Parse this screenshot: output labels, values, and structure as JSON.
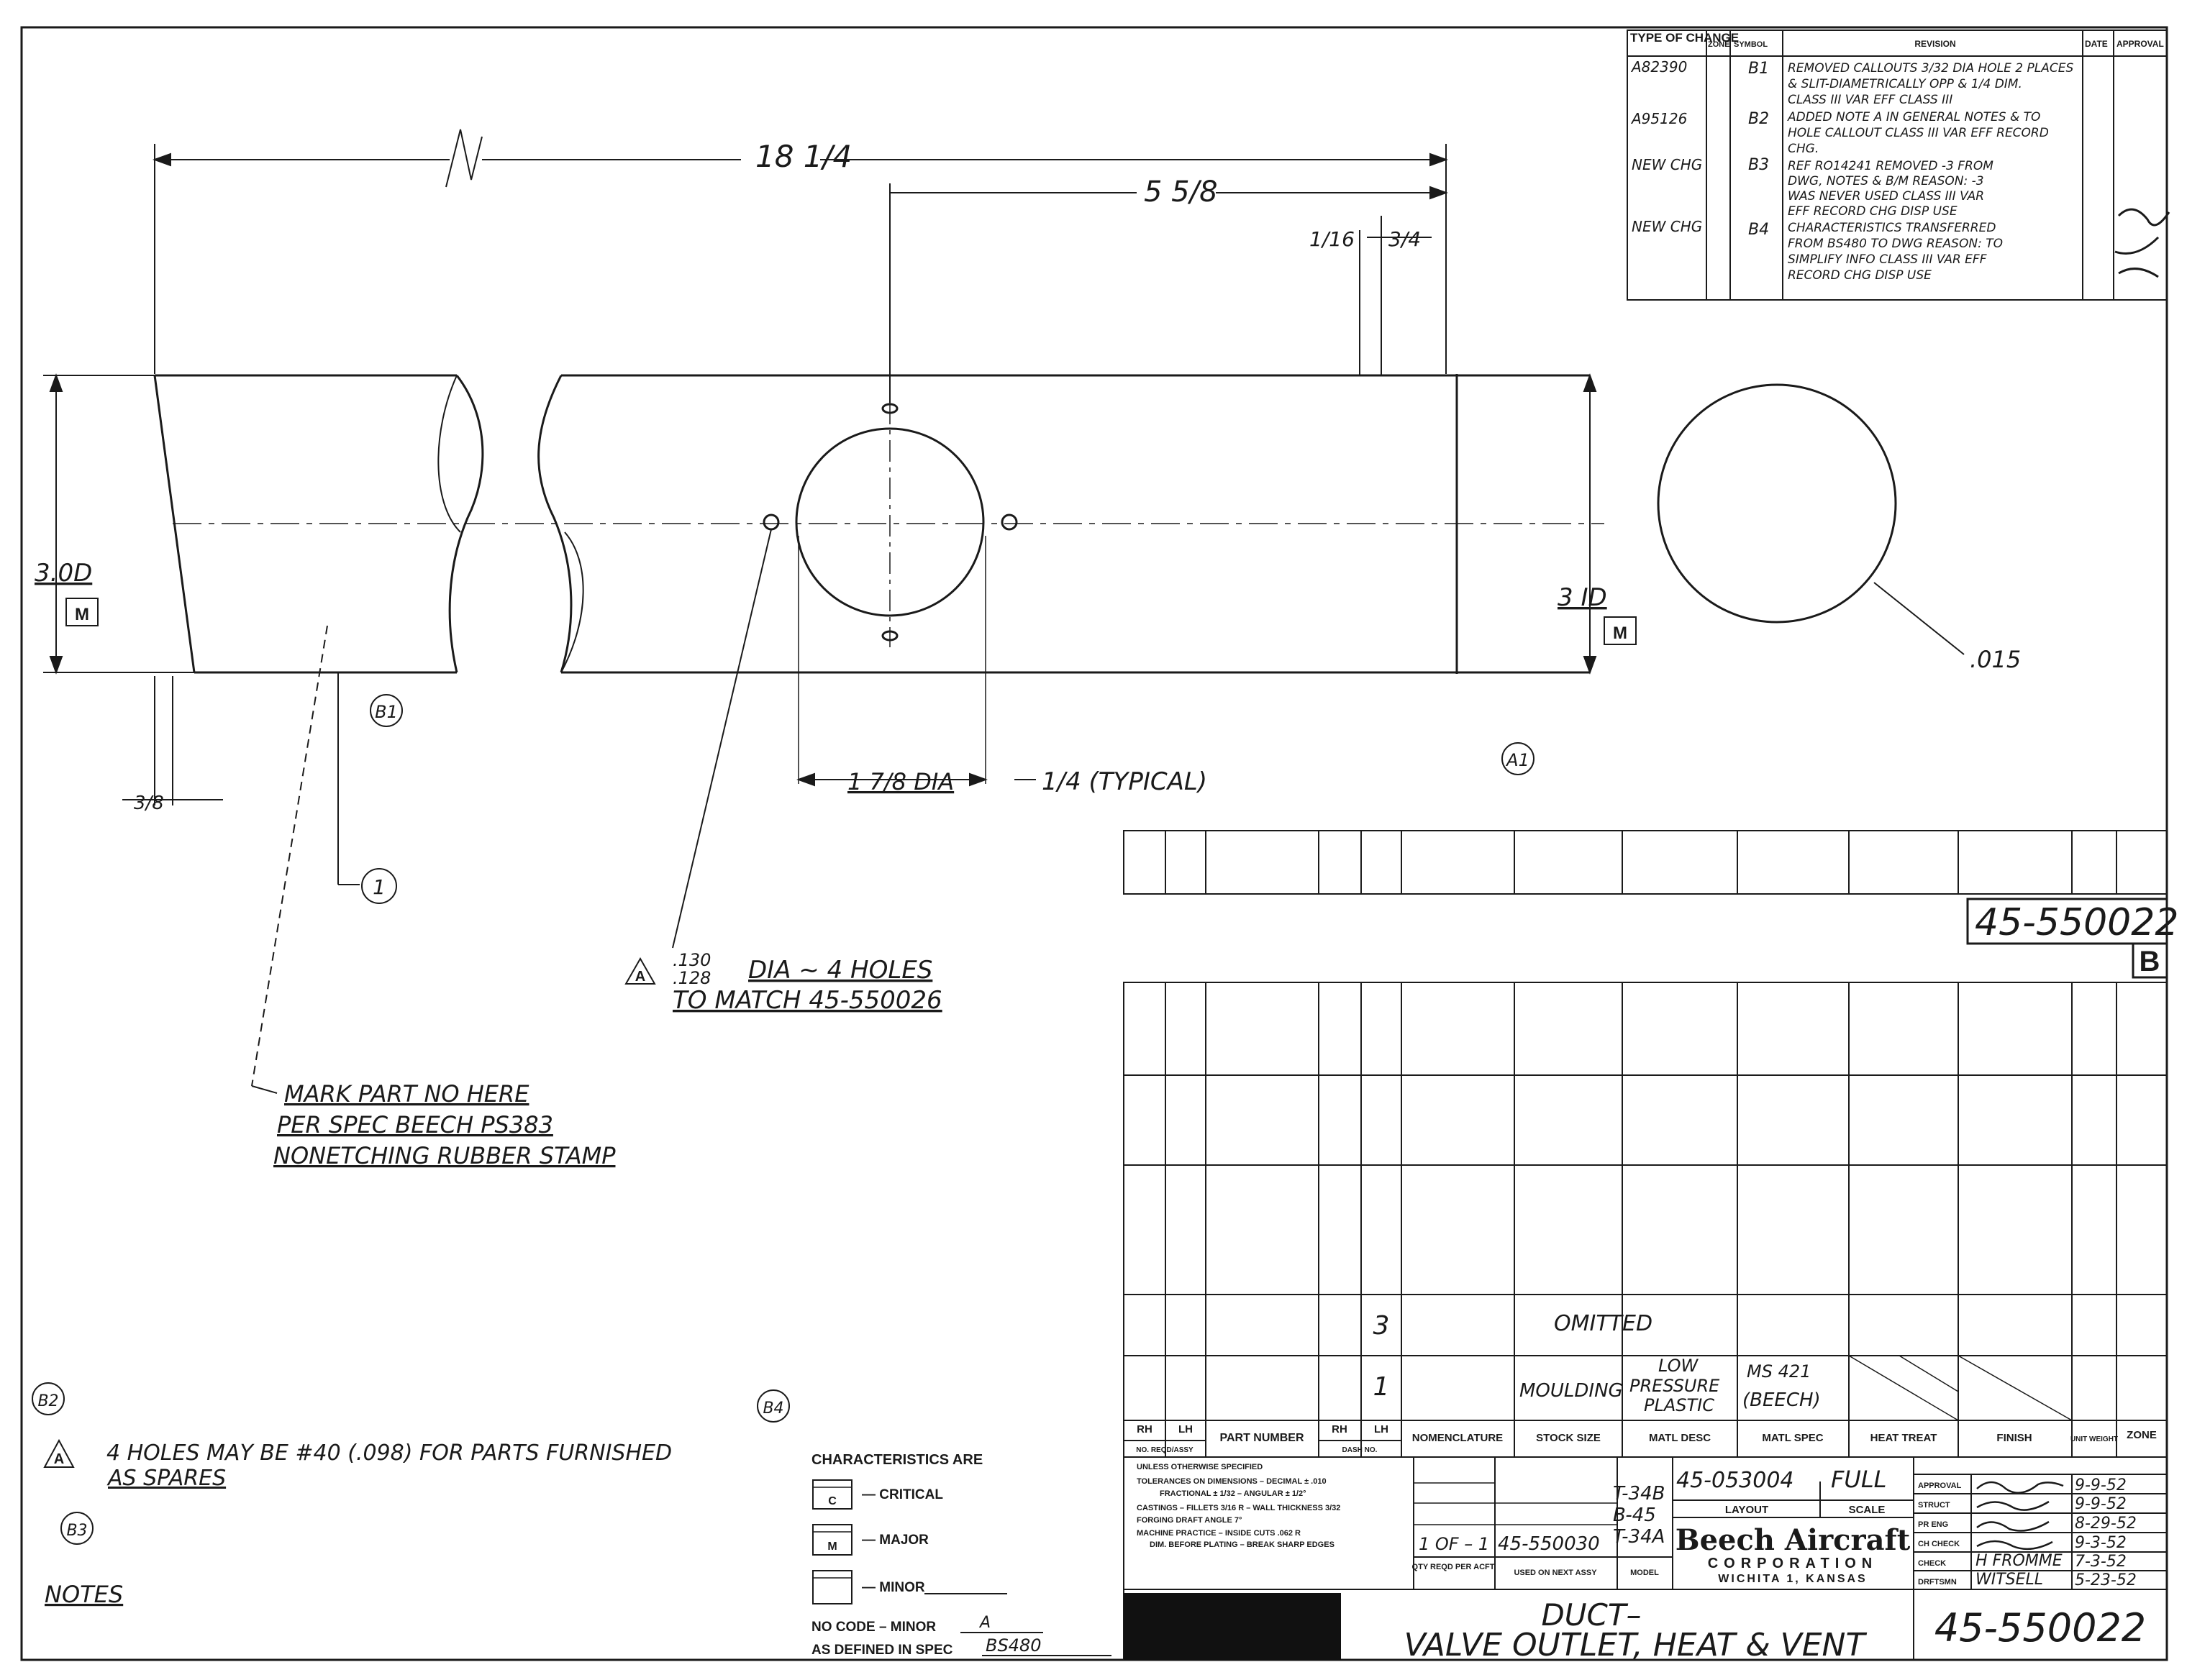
{
  "dimensions": {
    "overall_length": "18 1/4",
    "hole_center": "5 5/8",
    "end_small": "1/16",
    "end_three_quarter": "3/4",
    "outer_dia": "3.0D",
    "inner_dia": "3 ID",
    "mod_letter": "M",
    "offset_3_8": "3/8",
    "hole_dia": "1 7/8 DIA",
    "typical": "1/4 (TYPICAL)",
    "tolerance": ".015"
  },
  "hole_note": {
    "flag": "A",
    "upper": ".130",
    "lower": ".128",
    "line1": "DIA ~ 4 HOLES",
    "line2": "TO MATCH 45-550026"
  },
  "callouts": {
    "b1": "B1",
    "item1": "1",
    "a1": "A1",
    "b2": "B2",
    "b3": "B3",
    "b4": "B4"
  },
  "mark_note": {
    "line1": "MARK PART NO HERE",
    "line2": "PER SPEC BEECH PS383",
    "line3": "NONETCHING RUBBER STAMP"
  },
  "general_notes": {
    "flag": "A",
    "line1": "4 HOLES MAY BE #40 (.098) FOR PARTS FURNISHED",
    "line2": "AS SPARES",
    "title": "NOTES"
  },
  "characteristics": {
    "title": "CHARACTERISTICS ARE",
    "critical_box": "C",
    "critical": "— CRITICAL",
    "major_box": "M",
    "major": "— MAJOR",
    "minor": "— MINOR",
    "no_code": "NO CODE – MINOR",
    "no_code_value": "A",
    "spec_label": "AS DEFINED IN SPEC",
    "spec_value": "BS480"
  },
  "revision_table": {
    "headers": [
      "TYPE OF CHANGE",
      "ZONE",
      "SYMBOL",
      "REVISION",
      "DATE",
      "APPROVAL"
    ],
    "rows": [
      {
        "type": "A82390",
        "symbol": "B1",
        "lines": [
          "REMOVED CALLOUTS 3/32 DIA HOLE 2 PLACES",
          "& SLIT-DIAMETRICALLY OPP & 1/4 DIM.",
          "CLASS III VAR EFF CLASS III"
        ]
      },
      {
        "type": "A95126",
        "symbol": "B2",
        "lines": [
          "ADDED NOTE A IN GENERAL NOTES & TO",
          "HOLE CALLOUT CLASS III VAR EFF RECORD",
          "CHG."
        ]
      },
      {
        "type": "NEW CHG",
        "symbol": "B3",
        "lines": [
          "REF RO14241 REMOVED -3 FROM",
          "DWG, NOTES & B/M REASON: -3",
          "WAS NEVER USED CLASS III VAR",
          "EFF RECORD CHG DISP USE"
        ]
      },
      {
        "type": "NEW CHG",
        "symbol": "B4",
        "lines": [
          "CHARACTERISTICS TRANSFERRED",
          "FROM BS480 TO DWG REASON: TO",
          "SIMPLIFY INFO CLASS III VAR EFF",
          "RECORD CHG DISP USE"
        ]
      }
    ]
  },
  "drawing_number": "45-550022",
  "revision_letter": "B",
  "parts_list": {
    "headers": [
      "RH",
      "LH",
      "PART NUMBER",
      "RH",
      "LH",
      "NOMENCLATURE",
      "STOCK SIZE",
      "MATL DESC",
      "MATL SPEC",
      "HEAT TREAT",
      "FINISH",
      "UNIT WEIGHT",
      "ZONE"
    ],
    "subheaders": [
      "NO. REQD/ASSY",
      "DASH NO."
    ],
    "row3": {
      "dash": "3",
      "nomenclature": "OMITTED"
    },
    "row1": {
      "dash": "1",
      "nomenclature": "MOULDING",
      "desc1": "LOW",
      "desc2": "PRESSURE",
      "desc3": "PLASTIC",
      "spec1": "MS 421",
      "spec2": "(BEECH)"
    }
  },
  "title_block": {
    "tolerances": [
      "UNLESS OTHERWISE SPECIFIED",
      "TOLERANCES ON DIMENSIONS – DECIMAL ± .010",
      "FRACTIONAL ± 1/32 – ANGULAR ± 1/2°",
      "CASTINGS – FILLETS 3/16 R – WALL THICKNESS 3/32",
      "FORGING DRAFT ANGLE 7°",
      "MACHINE PRACTICE – INSIDE CUTS .062 R",
      "DIM. BEFORE PLATING – BREAK SHARP EDGES"
    ],
    "qty": "1 OF – 1",
    "next_assy": "45-550030",
    "qty_label": "QTY REQD PER ACFT",
    "next_assy_label": "USED ON NEXT ASSY",
    "model_label": "MODEL",
    "models": [
      "T-34B",
      "B-45",
      "T-34A"
    ],
    "layout_value": "45-053004",
    "scale_value": "FULL",
    "layout_label": "LAYOUT",
    "scale_label": "SCALE",
    "company": "Beech Aircraft",
    "corp": "CORPORATION",
    "city": "WICHITA 1, KANSAS",
    "title_line1": "DUCT–",
    "title_line2": "VALVE OUTLET, HEAT & VENT",
    "dwg_number": "45-550022",
    "approvals": [
      {
        "role": "APPROVAL",
        "name": "",
        "date": "9-9-52"
      },
      {
        "role": "STRUCT",
        "name": "",
        "date": "9-9-52"
      },
      {
        "role": "PR ENG",
        "name": "",
        "date": "8-29-52"
      },
      {
        "role": "CH CHECK",
        "name": "",
        "date": "9-3-52"
      },
      {
        "role": "CHECK",
        "name": "H FROMME",
        "date": "7-3-52"
      },
      {
        "role": "DRFTSMN",
        "name": "WITSELL",
        "date": "5-23-52"
      }
    ]
  },
  "colors": {
    "ink": "#1a1a1a",
    "paper": "#ffffff",
    "blackout": "#111111"
  }
}
